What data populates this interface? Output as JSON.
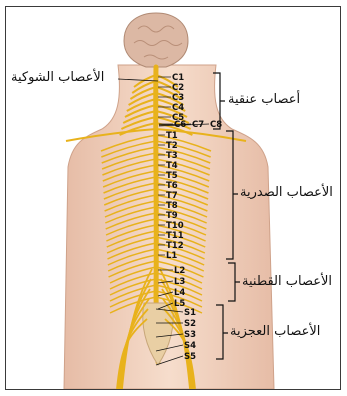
{
  "labels": {
    "spinal_nerves": "الأعصاب الشوكية",
    "cervical": "أعصاب عنقية",
    "thoracic": "الأعصاب الصدرية",
    "lumbar": "الأعصاب القطنية",
    "sacral": "الأعصاب العجزية"
  },
  "levels": {
    "cervical": [
      "C1",
      "C2",
      "C3",
      "C4",
      "C5"
    ],
    "cervical_row": [
      "C6",
      "C7",
      "C8"
    ],
    "thoracic": [
      "T1",
      "T2",
      "T3",
      "T4",
      "T5",
      "T6",
      "T7",
      "T8",
      "T9",
      "T10",
      "T11",
      "T12",
      "L1"
    ],
    "lumbar": [
      "L2",
      "L3",
      "L4",
      "L5"
    ],
    "sacral": [
      "S1",
      "S2",
      "S3",
      "S4",
      "S5"
    ]
  },
  "colors": {
    "nerve": "#e8b21c",
    "skin": "#f3d5c1",
    "brain": "#dcb8a4",
    "bone": "#e9cfa4"
  }
}
